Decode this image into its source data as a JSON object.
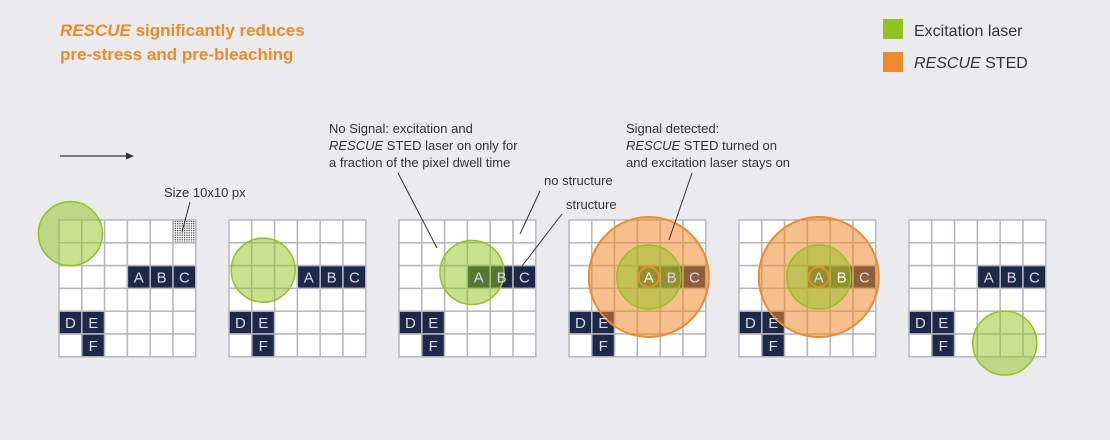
{
  "title": {
    "line1_italic": "RESCUE",
    "line1_rest": " significantly reduces",
    "line2": "pre-stress and pre-bleaching"
  },
  "legend": [
    {
      "label": "Excitation laser",
      "color": "#8fc320"
    },
    {
      "italic": "RESCUE",
      "label": " STED",
      "color": "#ee8a2c"
    }
  ],
  "annotations": {
    "size": "Size 10x10 px",
    "no_signal": {
      "line1": "No Signal: excitation and",
      "line2_italic": "RESCUE",
      "line2_rest": " STED laser on only for",
      "line3": "a fraction of the pixel dwell time"
    },
    "no_structure": "no structure",
    "structure": "structure",
    "signal": {
      "line1": "Signal detected:",
      "line2_italic": "RESCUE",
      "line2_rest": " STED turned on",
      "line3": "and excitation laser stays on"
    }
  },
  "cell_labels": [
    "A",
    "B",
    "C",
    "D",
    "E",
    "F"
  ],
  "colors": {
    "dark_cell": "#1e2849",
    "grid": "#b5b6c2",
    "green": "#8fc320",
    "orange": "#ee8a2c"
  },
  "panels": [
    {
      "step": 1,
      "sted": false
    },
    {
      "step": 2,
      "sted": false
    },
    {
      "step": 3,
      "sted": false
    },
    {
      "step": 4,
      "sted": true,
      "active": "A"
    },
    {
      "step": 5,
      "sted": true,
      "active": "B"
    },
    {
      "step": 6,
      "sted": false
    }
  ]
}
